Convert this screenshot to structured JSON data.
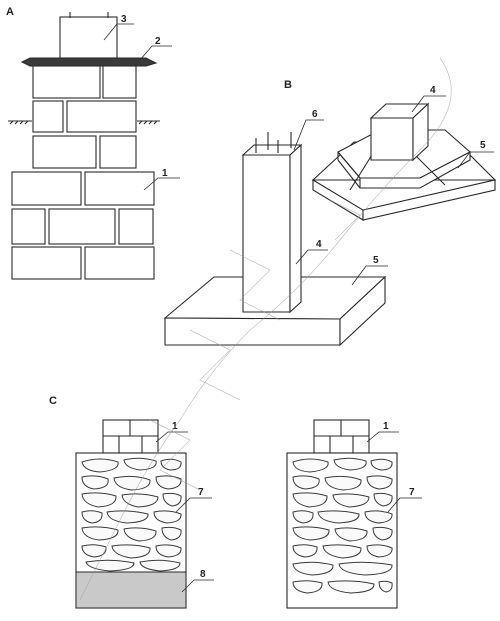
{
  "sections": {
    "a": "A",
    "b": "B",
    "c": "C"
  },
  "callouts": {
    "a1": "1",
    "a2": "2",
    "a3": "3",
    "b4_left": "4",
    "b5_left": "5",
    "b6": "6",
    "b4_right": "4",
    "b5_right": "5",
    "c1_left": "1",
    "c7_left": "7",
    "c8": "8",
    "c1_right": "1",
    "c7_right": "7"
  },
  "colors": {
    "ink": "#2a2a2a",
    "ground_shading": "#c9c9c9"
  },
  "icons": {
    "ground_line": "hatched-ground-icon"
  }
}
